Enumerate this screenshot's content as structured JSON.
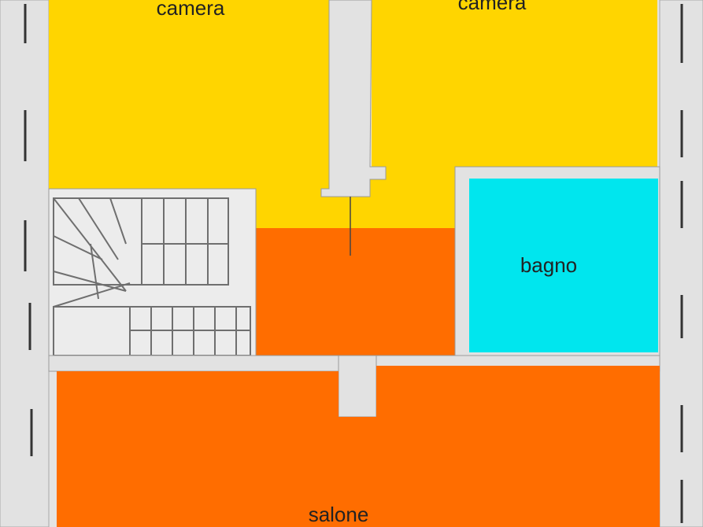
{
  "rooms": {
    "camera_left": {
      "label": "camera",
      "color": "#ffd500"
    },
    "camera_right": {
      "label": "camera",
      "color": "#ffd500"
    },
    "hall": {
      "label": "",
      "color": "#ff6d00"
    },
    "bagno": {
      "label": "bagno",
      "color": "#00e6ee"
    },
    "salone": {
      "label": "salone",
      "color": "#ff6d00"
    }
  },
  "colors": {
    "wall": "#e4e4e4",
    "wall_edge": "#9a9a9a",
    "window": "#333333",
    "stair_line": "#6f6f6f"
  }
}
